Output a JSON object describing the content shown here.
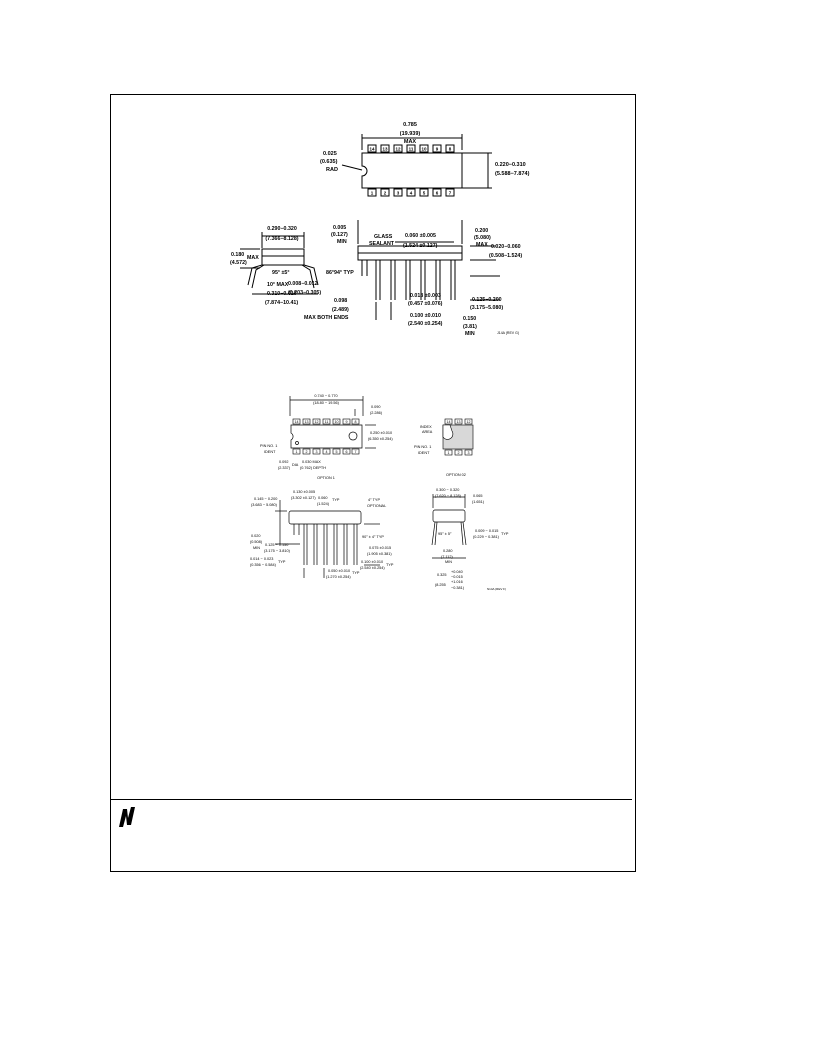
{
  "ceramic_dip": {
    "top_view": {
      "length": "0.785",
      "length_mm": "(19.939)",
      "length_note": "MAX",
      "radius": "0.025",
      "radius_mm": "(0.635)",
      "radius_note": "RAD",
      "width": "0.220−0.310",
      "width_mm": "(5.588−7.874)",
      "top_pins": [
        "14",
        "13",
        "12",
        "11",
        "10",
        "9",
        "8"
      ],
      "bottom_pins": [
        "1",
        "2",
        "3",
        "4",
        "5",
        "6",
        "7"
      ]
    },
    "end_view": {
      "span": "0.290−0.320",
      "span_mm": "(7.366−8.128)",
      "height": "0.180",
      "height_mm": "(4.572)",
      "height_note": "MAX",
      "lead_angle": "95° ±5°",
      "lead_bend": "10° MAX",
      "lead_thickness": "0.008−0.012",
      "lead_thickness_mm": "(0.203−0.305)",
      "row_spacing": "0.310−0.410",
      "row_spacing_mm": "(7.874−10.41)"
    },
    "side_view": {
      "offset": "0.005",
      "offset_mm": "(0.127)",
      "offset_note": "MIN",
      "sealant_1": "GLASS",
      "sealant_2": "SEALANT",
      "shoulder": "0.060 ±0.005",
      "shoulder_mm": "(1.524 ±0.127)",
      "body_height": "0.200",
      "body_height_mm": "(5.080)",
      "body_height_note": "MAX",
      "standoff": "0.020−0.060",
      "standoff_mm": "(0.508−1.524)",
      "lead_angle": "86°94° TYP",
      "end_spacing": "0.098",
      "end_spacing_mm": "(2.489)",
      "end_note": "MAX BOTH ENDS",
      "lead_width": "0.018 ±0.003",
      "lead_width_mm": "(0.457 ±0.076)",
      "pitch": "0.100 ±0.010",
      "pitch_mm": "(2.540 ±0.254)",
      "lead_length": "0.125−0.200",
      "lead_length_mm": "(3.175−5.080)",
      "seat": "0.150",
      "seat_mm": "(3.81)",
      "seat_note": "MIN",
      "ref": "J14A (REV G)"
    }
  },
  "plastic_dip": {
    "option1": {
      "length": "0.740 − 0.770",
      "length_mm": "(18.80 − 19.56)",
      "end_dim": "0.090",
      "end_dim_mm": "(2.286)",
      "width": "0.250 ±0.010",
      "width_mm": "(6.350 ±0.254)",
      "pin1_1": "PIN NO. 1",
      "pin1_2": "IDENT",
      "depth_a": "0.092",
      "depth_a_mm": "(2.337)",
      "depth_dia": "DIA",
      "depth_b": "0.030  MAX",
      "depth_b_mm": "(0.762) DEPTH",
      "label": "OPTION 1",
      "top_pins": [
        "14",
        "13",
        "12",
        "11",
        "10",
        "9",
        "8"
      ],
      "bottom_pins": [
        "1",
        "2",
        "3",
        "4",
        "5",
        "6",
        "7"
      ]
    },
    "option2": {
      "index_1": "INDEX",
      "index_2": "AREA",
      "pin1_1": "PIN NO. 1",
      "pin1_2": "IDENT",
      "label": "OPTION 02",
      "top_pins": [
        "14",
        "13",
        "12"
      ],
      "bottom_pins": [
        "1",
        "2",
        "3"
      ]
    },
    "side": {
      "h1": "0.145 − 0.200",
      "h1_mm": "(3.683 − 5.080)",
      "h2": "0.130 ±0.005",
      "h2_mm": "(3.302 ±0.127)",
      "p": "0.060",
      "p_mm": "(1.524)",
      "p_typ": "TYP",
      "angle": "4° TYP",
      "angle_note": "OPTIONAL",
      "min": "0.020",
      "min_mm": "(0.508)",
      "min_note": "MIN",
      "lead": "0.125 − 0.150",
      "lead_mm": "(3.175 − 3.810)",
      "lead_ang": "90° ± 4° TYP",
      "lw": "0.014 − 0.023",
      "lw_mm": "(0.356 − 0.584)",
      "lw_typ": "TYP",
      "lw2": "0.075 ±0.015",
      "lw2_mm": "(1.905 ±0.381)",
      "pitch": "0.100 ±0.010",
      "pitch_mm": "(2.540 ±0.254)",
      "pitch_typ": "TYP",
      "sh": "0.050 ±0.010",
      "sh_mm": "(1.270 ±0.254)",
      "sh_typ": "TYP"
    },
    "end": {
      "w": "0.300 − 0.320",
      "w_mm": "(7.620 − 8.128)",
      "t": "0.065",
      "t_mm": "(1.651)",
      "ang": "95° ± 5°",
      "lt": "0.009 − 0.015",
      "lt_mm": "(0.229 − 0.381)",
      "lt_typ": "TYP",
      "span": "0.280",
      "span_mm": "(7.112)",
      "span_note": "MIN",
      "tol": "0.325",
      "tol_a": "+0.040",
      "tol_b": "−0.015",
      "tol_mm": "(8.255",
      "tol_mm_a": "+1.016",
      "tol_mm_b": "−0.381)",
      "ref": "N14A (REV F)"
    }
  }
}
